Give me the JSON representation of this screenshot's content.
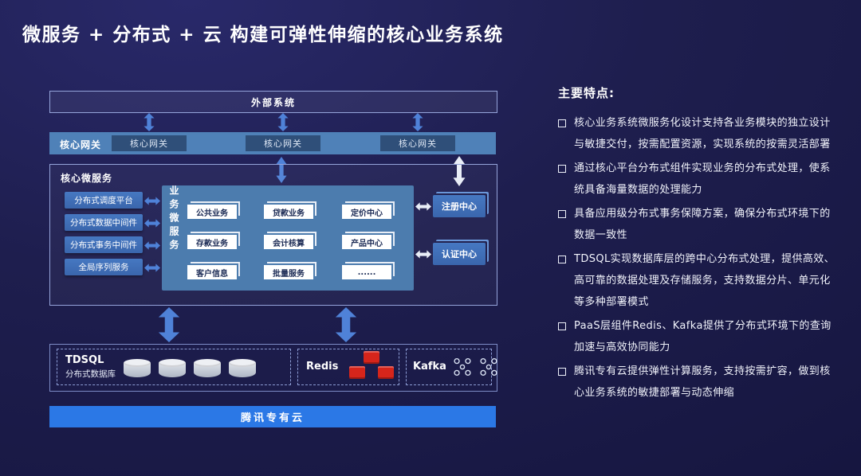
{
  "title": "微服务 + 分布式 + 云 构建可弹性伸缩的核心业务系统",
  "colors": {
    "background": "#1e1e4e",
    "gateway_band_blue": "#4f81b8",
    "component_blue": "#3f70b8",
    "business_panel_blue": "#4c7cae",
    "cloud_bar_blue": "#2b78e6",
    "redis_red": "#d6251b"
  },
  "diagram": {
    "external_system": "外部系统",
    "gateway_band": {
      "label": "核心网关",
      "nodes": [
        "核心网关",
        "核心网关",
        "核心网关"
      ]
    },
    "core": {
      "label": "核心微服务",
      "middleware": [
        "分布式调度平台",
        "分布式数据中间件",
        "分布式事务中间件",
        "全局序列服务"
      ],
      "business_group_label": "业务微服务",
      "services": [
        "公共业务",
        "贷款业务",
        "定价中心",
        "存款业务",
        "会计核算",
        "产品中心",
        "客户信息",
        "批量服务",
        "......"
      ],
      "registries": [
        "注册中心",
        "认证中心"
      ]
    },
    "data_layer": {
      "tdsql_name": "TDSQL",
      "tdsql_desc": "分布式数据库",
      "redis_name": "Redis",
      "kafka_name": "Kafka"
    },
    "cloud_bar": "腾讯专有云"
  },
  "features": {
    "heading": "主要特点:",
    "items": [
      "核心业务系统微服务化设计支持各业务模块的独立设计与敏捷交付，按需配置资源，实现系统的按需灵活部署",
      "通过核心平台分布式组件实现业务的分布式处理，使系统具备海量数据的处理能力",
      "具备应用级分布式事务保障方案，确保分布式环境下的数据一致性",
      "TDSQL实现数据库层的跨中心分布式处理，提供高效、高可靠的数据处理及存储服务，支持数据分片、单元化等多种部署模式",
      "PaaS层组件Redis、Kafka提供了分布式环境下的查询加速与高效协同能力",
      "腾讯专有云提供弹性计算服务，支持按需扩容，做到核心业务系统的敏捷部署与动态伸缩"
    ]
  }
}
